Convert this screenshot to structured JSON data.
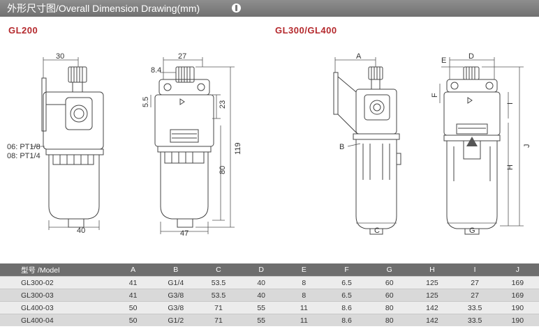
{
  "header": {
    "title": "外形尺寸图/Overall Dimension Drawing(mm)",
    "icon": "info-icon"
  },
  "models": {
    "left": "GL200",
    "right": "GL300/GL400"
  },
  "gl200": {
    "dim_top_width": "30",
    "dim_side_top": "27",
    "dim_offset": "8.4",
    "dim_5_5": "5.5",
    "dim_23": "23",
    "dim_119": "119",
    "dim_80": "80",
    "dim_bottom_front": "40",
    "dim_bottom_side": "47",
    "port_06": "06: PT1/8",
    "port_08": "08: PT1/4"
  },
  "gl300": {
    "label_A": "A",
    "label_B": "B",
    "label_C": "C",
    "label_D": "D",
    "label_E": "E",
    "label_F": "F",
    "label_G": "G",
    "label_H": "H",
    "label_I": "I",
    "label_J": "J"
  },
  "table": {
    "headers": [
      "型号 /Model",
      "A",
      "B",
      "C",
      "D",
      "E",
      "F",
      "G",
      "H",
      "I",
      "J"
    ],
    "rows": [
      [
        "GL300-02",
        "41",
        "G1/4",
        "53.5",
        "40",
        "8",
        "6.5",
        "60",
        "125",
        "27",
        "169"
      ],
      [
        "GL300-03",
        "41",
        "G3/8",
        "53.5",
        "40",
        "8",
        "6.5",
        "60",
        "125",
        "27",
        "169"
      ],
      [
        "GL400-03",
        "50",
        "G3/8",
        "71",
        "55",
        "11",
        "8.6",
        "80",
        "142",
        "33.5",
        "190"
      ],
      [
        "GL400-04",
        "50",
        "G1/2",
        "71",
        "55",
        "11",
        "8.6",
        "80",
        "142",
        "33.5",
        "190"
      ]
    ]
  },
  "colors": {
    "header_bg": "#7a7a7a",
    "model_title": "#b4282c",
    "table_header_bg": "#6e6e6e",
    "row_dark": "#d9d9d9",
    "row_light": "#ececec"
  }
}
